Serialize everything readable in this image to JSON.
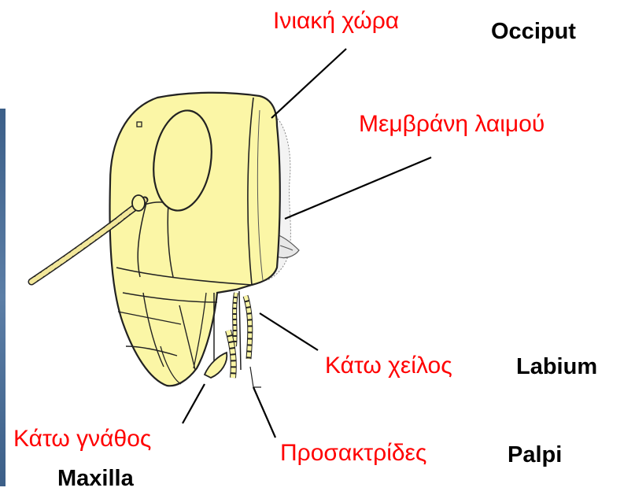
{
  "labels": {
    "occiput_gr": "Ινιακή χώρα",
    "occiput_en": "Occiput",
    "neck_membrane_gr": "Μεμβράνη λαιμού",
    "labium_gr": "Κάτω χείλος",
    "labium_en": "Labium",
    "maxilla_gr": "Κάτω γνάθος",
    "maxilla_en": "Maxilla",
    "palpi_gr": "Προσακτρίδες",
    "palpi_en": "Palpi"
  },
  "colors": {
    "greek_label": "#ff0000",
    "english_label": "#000000",
    "head_fill": "#fbf6a6",
    "outline": "#222222",
    "left_strip": "#4a6d96"
  }
}
